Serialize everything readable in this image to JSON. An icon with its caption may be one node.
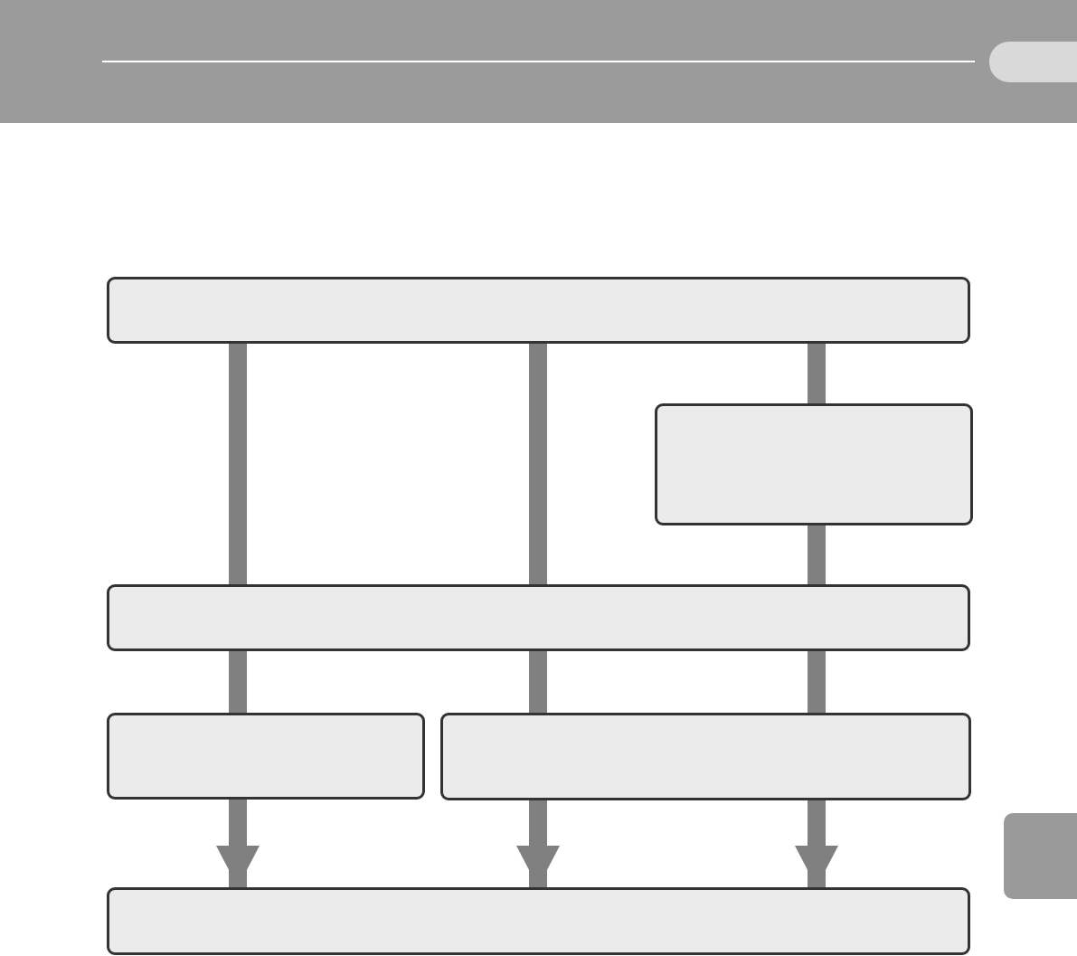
{
  "diagram": {
    "nodes": [
      {
        "text": [],
        "shape": "box"
      },
      {
        "text": [],
        "shape": "box"
      },
      {
        "text": [],
        "shape": "box"
      },
      {
        "text": [],
        "shape": "box"
      },
      {
        "text": [],
        "shape": "box"
      },
      {
        "text": [],
        "shape": "box"
      }
    ],
    "edges": [
      {
        "from": 0,
        "to": 2,
        "arrow": "none"
      },
      {
        "from": 2,
        "to": 3,
        "arrow": "none"
      },
      {
        "from": 3,
        "to": 5,
        "arrow": "to"
      },
      {
        "from": 0,
        "to": 2,
        "arrow": "none"
      },
      {
        "from": 2,
        "to": 4,
        "arrow": "none"
      },
      {
        "from": 4,
        "to": 5,
        "arrow": "to"
      },
      {
        "from": 0,
        "to": 1,
        "arrow": "none"
      },
      {
        "from": 1,
        "to": 2,
        "arrow": "none"
      },
      {
        "from": 2,
        "to": 4,
        "arrow": "none"
      },
      {
        "from": 4,
        "to": 5,
        "arrow": "to"
      }
    ]
  }
}
